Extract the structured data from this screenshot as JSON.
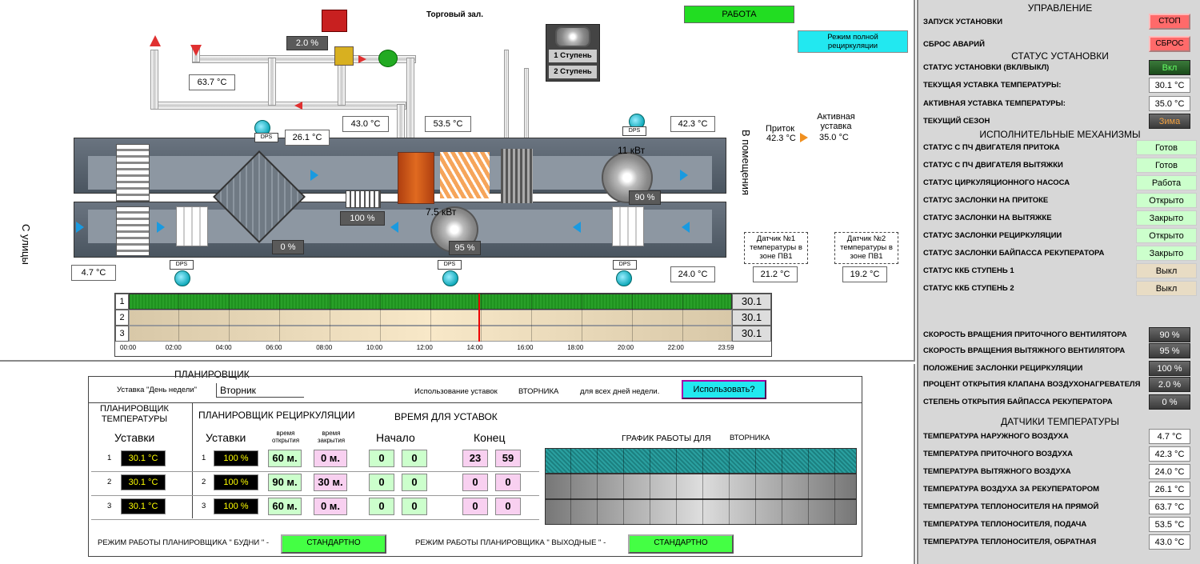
{
  "top": {
    "hall_title": "Торговый зал.",
    "status": "РАБОТА",
    "mode": "Режим полной рециркуляции"
  },
  "plant": {
    "valve_pct": "2.0 %",
    "t_hot_supply": "63.7 °C",
    "t_return": "43.0 °C",
    "t_supply_water": "53.5 °C",
    "stage1": "1 Ступень",
    "stage2": "2 Ступень",
    "t_after_recup": "26.1 °C",
    "t_supply_air": "42.3 °C",
    "t_outdoor": "4.7 °C",
    "t_exhaust": "24.0 °C",
    "bypass_pct": "0 %",
    "recirc_pct": "100 %",
    "exhaust_fan_pct": "95 %",
    "supply_fan_pct": "90 %",
    "supply_fan_kw": "11 кВт",
    "exhaust_fan_kw": "7.5 кВт",
    "outside_label": "С улицы",
    "inside_label": "В помещения",
    "supply_label": "Приток",
    "supply_value": "42.3 °C",
    "active_label": "Активная уставка",
    "active_value": "35.0 °C",
    "sensor1": "Датчик №1 температуры в зоне ПВ1",
    "sensor1_val": "21.2 °C",
    "sensor2": "Датчик №2 температуры в зоне ПВ1",
    "sensor2_val": "19.2 °C",
    "dps": "DPS"
  },
  "timeline": {
    "rows": [
      "1",
      "2",
      "3"
    ],
    "values": [
      "30.1",
      "30.1",
      "30.1"
    ],
    "ticks": [
      "00:00",
      "02:00",
      "04:00",
      "06:00",
      "08:00",
      "10:00",
      "12:00",
      "14:00",
      "16:00",
      "18:00",
      "20:00",
      "22:00",
      "23:59"
    ]
  },
  "scheduler": {
    "title": "ПЛАНИРОВЩИК",
    "day_label": "Уставка \"День недели\"",
    "day": "Вторник",
    "use_label": "Использование уставок",
    "use_day": "ВТОРНИКА",
    "all_days": "для всех дней недели.",
    "use_btn": "Использовать?",
    "temp_title": "ПЛАНИРОВЩИК ТЕМПЕРАТУРЫ",
    "recirc_title": "ПЛАНИРОВЩИК РЕЦИРКУЛЯЦИИ",
    "time_title": "ВРЕМЯ ДЛЯ УСТАВОК",
    "col_setpoints": "Уставки",
    "col_setpoints2": "Уставки",
    "col_open": "время открытия",
    "col_close": "время закрытия",
    "col_start": "Начало",
    "col_end": "Конец",
    "graph_label": "ГРАФИК РАБОТЫ ДЛЯ",
    "graph_day": "ВТОРНИКА",
    "rows": [
      {
        "n": "1",
        "temp": "30.1 °C",
        "n2": "1",
        "pct": "100 %",
        "open": "60 м.",
        "close": "0 м.",
        "sh": "0",
        "sm": "0",
        "eh": "23",
        "em": "59"
      },
      {
        "n": "2",
        "temp": "30.1 °C",
        "n2": "2",
        "pct": "100 %",
        "open": "90 м.",
        "close": "30 м.",
        "sh": "0",
        "sm": "0",
        "eh": "0",
        "em": "0"
      },
      {
        "n": "3",
        "temp": "30.1 °C",
        "n2": "3",
        "pct": "100 %",
        "open": "60 м.",
        "close": "0 м.",
        "sh": "0",
        "sm": "0",
        "eh": "0",
        "em": "0"
      }
    ],
    "weekday_label": "РЕЖИМ РАБОТЫ ПЛАНИРОВЩИКА \" БУДНИ \" -",
    "weekday_btn": "СТАНДАРТНО",
    "weekend_label": "РЕЖИМ РАБОТЫ ПЛАНИРОВЩИКА \" ВЫХОДНЫЕ \" -",
    "weekend_btn": "СТАНДАРТНО"
  },
  "panel": {
    "control_title": "УПРАВЛЕНИЕ",
    "start_label": "ЗАПУСК УСТАНОВКИ",
    "stop_btn": "СТОП",
    "reset_label": "СБРОС АВАРИЙ",
    "reset_btn": "СБРОС",
    "status_title": "СТАТУС УСТАНОВКИ",
    "status_rows": [
      {
        "label": "СТАТУС УСТАНОВКИ (ВКЛ/ВЫКЛ)",
        "value": "Вкл"
      },
      {
        "label": "ТЕКУЩАЯ УСТАВКА ТЕМПЕРАТУРЫ:",
        "value": "30.1 °C"
      },
      {
        "label": "АКТИВНАЯ УСТАВКА ТЕМПЕРАТУРЫ:",
        "value": "35.0 °C"
      },
      {
        "label": "ТЕКУЩИЙ СЕЗОН",
        "value": "Зима"
      }
    ],
    "actuators_title": "ИСПОЛНИТЕЛЬНЫЕ МЕХАНИЗМЫ",
    "actuators": [
      {
        "label": "СТАТУС С ПЧ ДВИГАТЕЛЯ ПРИТОКА",
        "value": "Готов"
      },
      {
        "label": "СТАТУС С ПЧ ДВИГАТЕЛЯ ВЫТЯЖКИ",
        "value": "Готов"
      },
      {
        "label": "СТАТУС ЦИРКУЛЯЦИОННОГО НАСОСА",
        "value": "Работа"
      },
      {
        "label": "СТАТУС ЗАСЛОНКИ НА ПРИТОКЕ",
        "value": "Открыто"
      },
      {
        "label": "СТАТУС ЗАСЛОНКИ НА ВЫТЯЖКЕ",
        "value": "Закрыто"
      },
      {
        "label": "СТАТУС ЗАСЛОНКИ РЕЦИРКУЛЯЦИИ",
        "value": "Открыто"
      },
      {
        "label": "СТАТУС ЗАСЛОНКИ БАЙПАССА РЕКУПЕРАТОРА",
        "value": "Закрыто"
      },
      {
        "label": "СТАТУС ККБ СТУПЕНЬ 1",
        "value": "Выкл"
      },
      {
        "label": "СТАТУС ККБ СТУПЕНЬ 2",
        "value": "Выкл"
      }
    ],
    "speeds": [
      {
        "label": "СКОРОСТЬ ВРАЩЕНИЯ ПРИТОЧНОГО ВЕНТИЛЯТОРА",
        "value": "90 %"
      },
      {
        "label": "СКОРОСТЬ ВРАЩЕНИЯ ВЫТЯЖНОГО ВЕНТИЛЯТОРА",
        "value": "95 %"
      },
      {
        "label": "ПОЛОЖЕНИЕ ЗАСЛОНКИ РЕЦИРКУЛЯЦИИ",
        "value": "100 %"
      },
      {
        "label": "ПРОЦЕНТ ОТКРЫТИЯ КЛАПАНА ВОЗДУХОНАГРЕВАТЕЛЯ",
        "value": "2.0 %"
      },
      {
        "label": "СТЕПЕНЬ ОТКРЫТИЯ БАЙПАССА РЕКУПЕРАТОРА",
        "value": "0 %"
      }
    ],
    "sensors_title": "ДАТЧИКИ ТЕМПЕРАТУРЫ",
    "sensors": [
      {
        "label": "ТЕМПЕРАТУРА НАРУЖНОГО ВОЗДУХА",
        "value": "4.7 °C"
      },
      {
        "label": "ТЕМПЕРАТУРА ПРИТОЧНОГО ВОЗДУХА",
        "value": "42.3 °C"
      },
      {
        "label": "ТЕМПЕРАТУРА ВЫТЯЖНОГО ВОЗДУХА",
        "value": "24.0 °C"
      },
      {
        "label": "ТЕМПЕРАТУРА ВОЗДУХА ЗА РЕКУПЕРАТОРОМ",
        "value": "26.1 °C"
      },
      {
        "label": "ТЕМПЕРАТУРА ТЕПЛОНОСИТЕЛЯ НА ПРЯМОЙ",
        "value": "63.7 °C"
      },
      {
        "label": "ТЕМПЕРАТУРА ТЕПЛОНОСИТЕЛЯ, ПОДАЧА",
        "value": "53.5 °C"
      },
      {
        "label": "ТЕМПЕРАТУРА ТЕПЛОНОСИТЕЛЯ, ОБРАТНАЯ",
        "value": "43.0 °C"
      }
    ]
  }
}
